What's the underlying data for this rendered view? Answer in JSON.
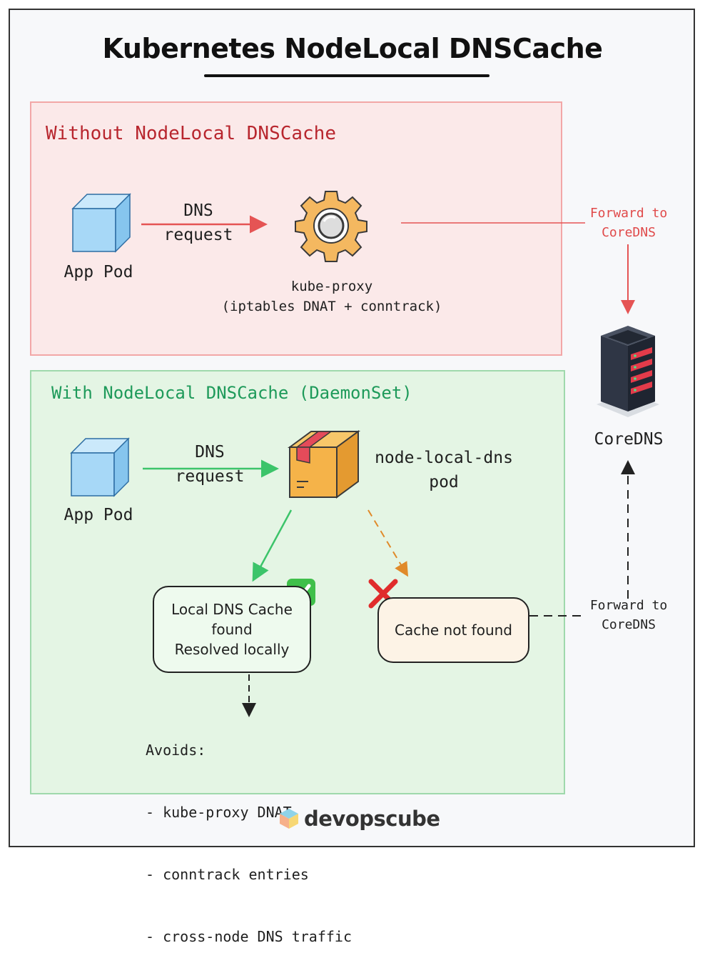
{
  "title": "Kubernetes NodeLocal DNSCache",
  "without": {
    "heading": "Without NodeLocal DNSCache",
    "app_pod": "App Pod",
    "arrow_label_1": "DNS",
    "arrow_label_2": "request",
    "proxy_line1": "kube-proxy",
    "proxy_line2": "(iptables DNAT + conntrack)",
    "forward_line1": "Forward to",
    "forward_line2": "CoreDNS"
  },
  "coredns": {
    "label": "CoreDNS"
  },
  "with": {
    "heading": "With NodeLocal DNSCache (DaemonSet)",
    "app_pod": "App Pod",
    "arrow_label_1": "DNS",
    "arrow_label_2": "request",
    "pod_line1": "node-local-dns",
    "pod_line2": "pod",
    "found_line1": "Local DNS Cache",
    "found_line2": "found",
    "found_line3": "Resolved locally",
    "miss": "Cache not found",
    "forward_line1": "Forward to",
    "forward_line2": "CoreDNS",
    "avoids_heading": "Avoids:",
    "avoids_items": [
      "- kube-proxy DNAT",
      "- conntrack entries",
      "- cross-node DNS traffic"
    ]
  },
  "brand": {
    "name": "devopscube"
  },
  "colors": {
    "red_panel": "#fbe9e9",
    "green_panel": "#e4f5e4",
    "red_accent": "#b8262e",
    "green_accent": "#1e9a5a",
    "arrow_red": "#e55454",
    "arrow_green": "#3cc46a",
    "arrow_orange": "#e08a2a"
  },
  "icons": {
    "app_pod": "cube-icon",
    "kube_proxy": "gear-icon",
    "node_local_dns": "package-box-icon",
    "coredns": "server-rack-icon",
    "found": "check-mark-icon",
    "miss": "cross-mark-icon"
  }
}
